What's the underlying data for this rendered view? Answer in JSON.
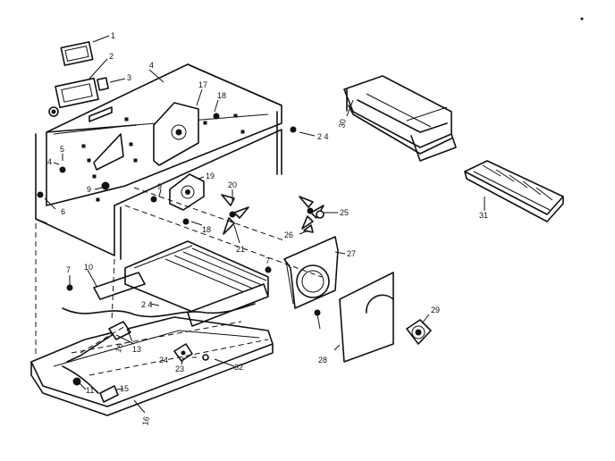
{
  "callouts": [
    {
      "id": "1",
      "text": "1"
    },
    {
      "id": "2",
      "text": "2"
    },
    {
      "id": "3",
      "text": "3"
    },
    {
      "id": "4",
      "text": "4"
    },
    {
      "id": "5",
      "text": "5"
    },
    {
      "id": "4b",
      "text": "4"
    },
    {
      "id": "6",
      "text": "6"
    },
    {
      "id": "9a",
      "text": "9"
    },
    {
      "id": "9b",
      "text": "9"
    },
    {
      "id": "17",
      "text": "17"
    },
    {
      "id": "18a",
      "text": "18"
    },
    {
      "id": "18b",
      "text": "18"
    },
    {
      "id": "19",
      "text": "19"
    },
    {
      "id": "20",
      "text": "20"
    },
    {
      "id": "21",
      "text": "21"
    },
    {
      "id": "24a",
      "text": "2 4"
    },
    {
      "id": "25",
      "text": "25"
    },
    {
      "id": "26",
      "text": "26"
    },
    {
      "id": "27",
      "text": "27"
    },
    {
      "id": "30",
      "text": "30"
    },
    {
      "id": "31",
      "text": "31"
    },
    {
      "id": "7a",
      "text": "7"
    },
    {
      "id": "7b",
      "text": "7"
    },
    {
      "id": "10",
      "text": "10"
    },
    {
      "id": "24b",
      "text": "2 4"
    },
    {
      "id": "13",
      "text": "13"
    },
    {
      "id": "16a",
      "text": "16"
    },
    {
      "id": "24c",
      "text": "24"
    },
    {
      "id": "23",
      "text": "23"
    },
    {
      "id": "32",
      "text": "32"
    },
    {
      "id": "11",
      "text": "11"
    },
    {
      "id": "15",
      "text": "15"
    },
    {
      "id": "16b",
      "text": "16"
    },
    {
      "id": "28",
      "text": "28"
    },
    {
      "id": "29",
      "text": "29"
    }
  ]
}
